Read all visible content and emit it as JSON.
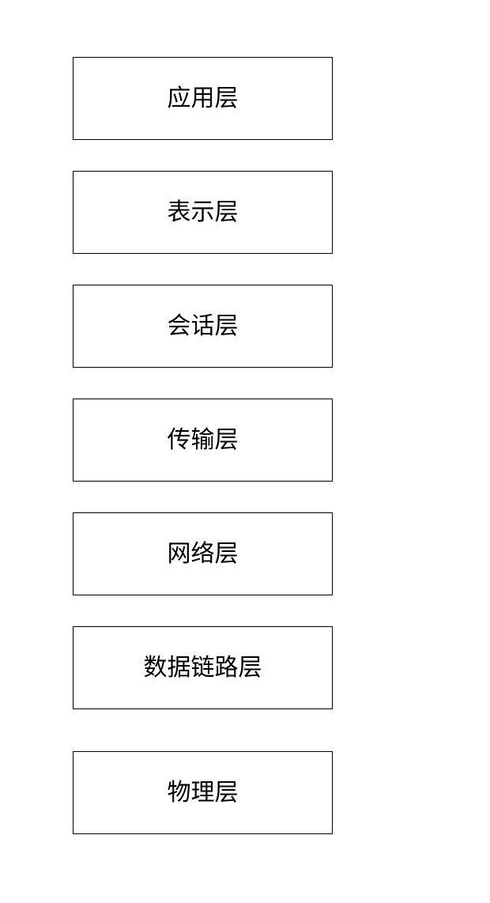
{
  "diagram": {
    "layers": [
      {
        "label": "应用层"
      },
      {
        "label": "表示层"
      },
      {
        "label": "会话层"
      },
      {
        "label": "传输层"
      },
      {
        "label": "网络层"
      },
      {
        "label": "数据链路层"
      },
      {
        "label": "物理层"
      }
    ]
  }
}
